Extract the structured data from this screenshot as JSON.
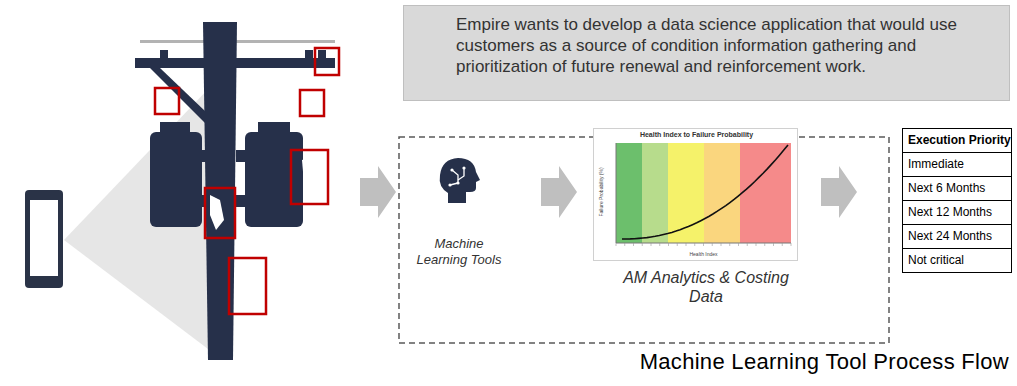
{
  "diagram": {
    "caption": "Machine Learning Tool Process Flow",
    "nodes": [
      {
        "text": [
          "Empire wants to develop a data science application that would use customers as a source of condition information gathering and prioritization of future renewal and reinforcement work."
        ]
      },
      {
        "text": [
          "Health Index to Failure Probability",
          "Failure Probability (%)",
          "Health Index"
        ]
      },
      {
        "text": [
          "Execution Priority",
          "Immediate",
          "Next 6 Months",
          "Next 12 Months",
          "Next 24 Months",
          "Not critical"
        ]
      }
    ],
    "labels": [
      "Machine Learning Tools",
      "AM Analytics & Costing Data"
    ]
  }
}
